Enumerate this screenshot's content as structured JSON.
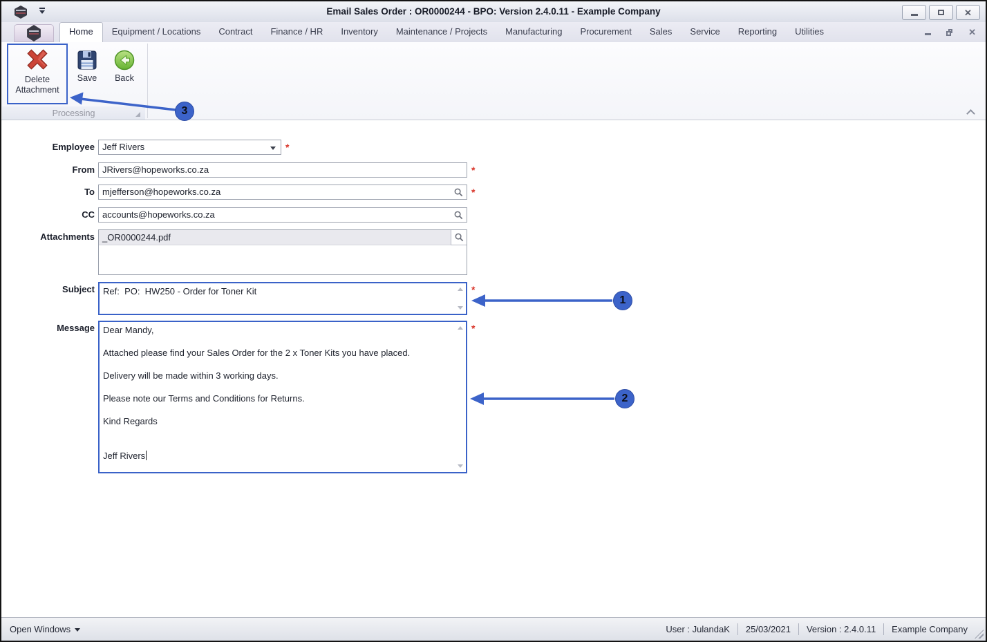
{
  "window": {
    "title": "Email Sales Order : OR0000244 - BPO: Version 2.4.0.11 - Example Company"
  },
  "ribbon": {
    "tabs": [
      {
        "label": "Home"
      },
      {
        "label": "Equipment / Locations"
      },
      {
        "label": "Contract"
      },
      {
        "label": "Finance / HR"
      },
      {
        "label": "Inventory"
      },
      {
        "label": "Maintenance / Projects"
      },
      {
        "label": "Manufacturing"
      },
      {
        "label": "Procurement"
      },
      {
        "label": "Sales"
      },
      {
        "label": "Service"
      },
      {
        "label": "Reporting"
      },
      {
        "label": "Utilities"
      }
    ],
    "buttons": {
      "delete_attachment": "Delete Attachment",
      "save": "Save",
      "back": "Back"
    },
    "group_label": "Processing"
  },
  "form": {
    "required_marker": "*",
    "employee": {
      "label": "Employee",
      "value": "Jeff Rivers"
    },
    "from": {
      "label": "From",
      "value": "JRivers@hopeworks.co.za"
    },
    "to": {
      "label": "To",
      "value": "mjefferson@hopeworks.co.za"
    },
    "cc": {
      "label": "CC",
      "value": "accounts@hopeworks.co.za"
    },
    "attachments": {
      "label": "Attachments",
      "value": "_OR0000244.pdf"
    },
    "subject": {
      "label": "Subject",
      "value": "Ref:  PO:  HW250 - Order for Toner Kit"
    },
    "message": {
      "label": "Message",
      "value": "Dear Mandy,\n\nAttached please find your Sales Order for the 2 x Toner Kits you have placed.\n\nDelivery will be made within 3 working days.\n\nPlease note our Terms and Conditions for Returns.\n\nKind Regards\n\n\nJeff Rivers"
    }
  },
  "annotations": {
    "step1": "1",
    "step2": "2",
    "step3": "3"
  },
  "status_bar": {
    "open_windows": "Open Windows",
    "user": "User : JulandaK",
    "date": "25/03/2021",
    "version": "Version : 2.4.0.11",
    "company": "Example Company"
  },
  "colors": {
    "accent_blue": "#3a62c8",
    "required_red": "#d9352a"
  }
}
